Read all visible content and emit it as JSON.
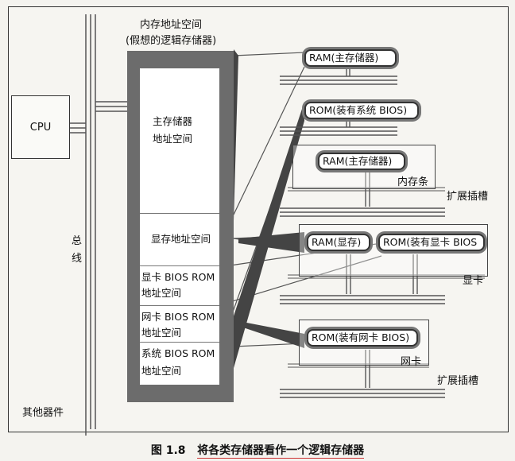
{
  "labels": {
    "mem_space_title": "内存地址空间",
    "mem_space_subtitle": "(假想的逻辑存储器)",
    "cpu": "CPU",
    "bus_1": "总",
    "bus_2": "线",
    "other_devices": "其他器件",
    "main_mem_1": "主存储器",
    "main_mem_2": "地址空间",
    "vram_space": "显存地址空间",
    "vga_bios_1": "显卡 BIOS ROM",
    "vga_bios_2": "地址空间",
    "nic_bios_1": "网卡 BIOS ROM",
    "nic_bios_2": "地址空间",
    "sys_bios_1": "系统 BIOS ROM",
    "sys_bios_2": "地址空间",
    "ram_main_top": "RAM(主存储器)",
    "rom_sys_bios": "ROM(装有系统 BIOS)",
    "ram_main_card": "RAM(主存储器)",
    "mem_stick": "内存条",
    "slot_1": "扩展插槽",
    "ram_vram": "RAM(显存)",
    "rom_vga_bios": "ROM(装有显卡 BIOS",
    "vga_card": "显卡",
    "rom_nic_bios": "ROM(装有网卡 BIOS)",
    "nic_card": "网卡",
    "slot_2": "扩展插槽"
  },
  "caption": {
    "number": "图 1.8",
    "text": "将各类存储器看作一个逻辑存储器"
  }
}
